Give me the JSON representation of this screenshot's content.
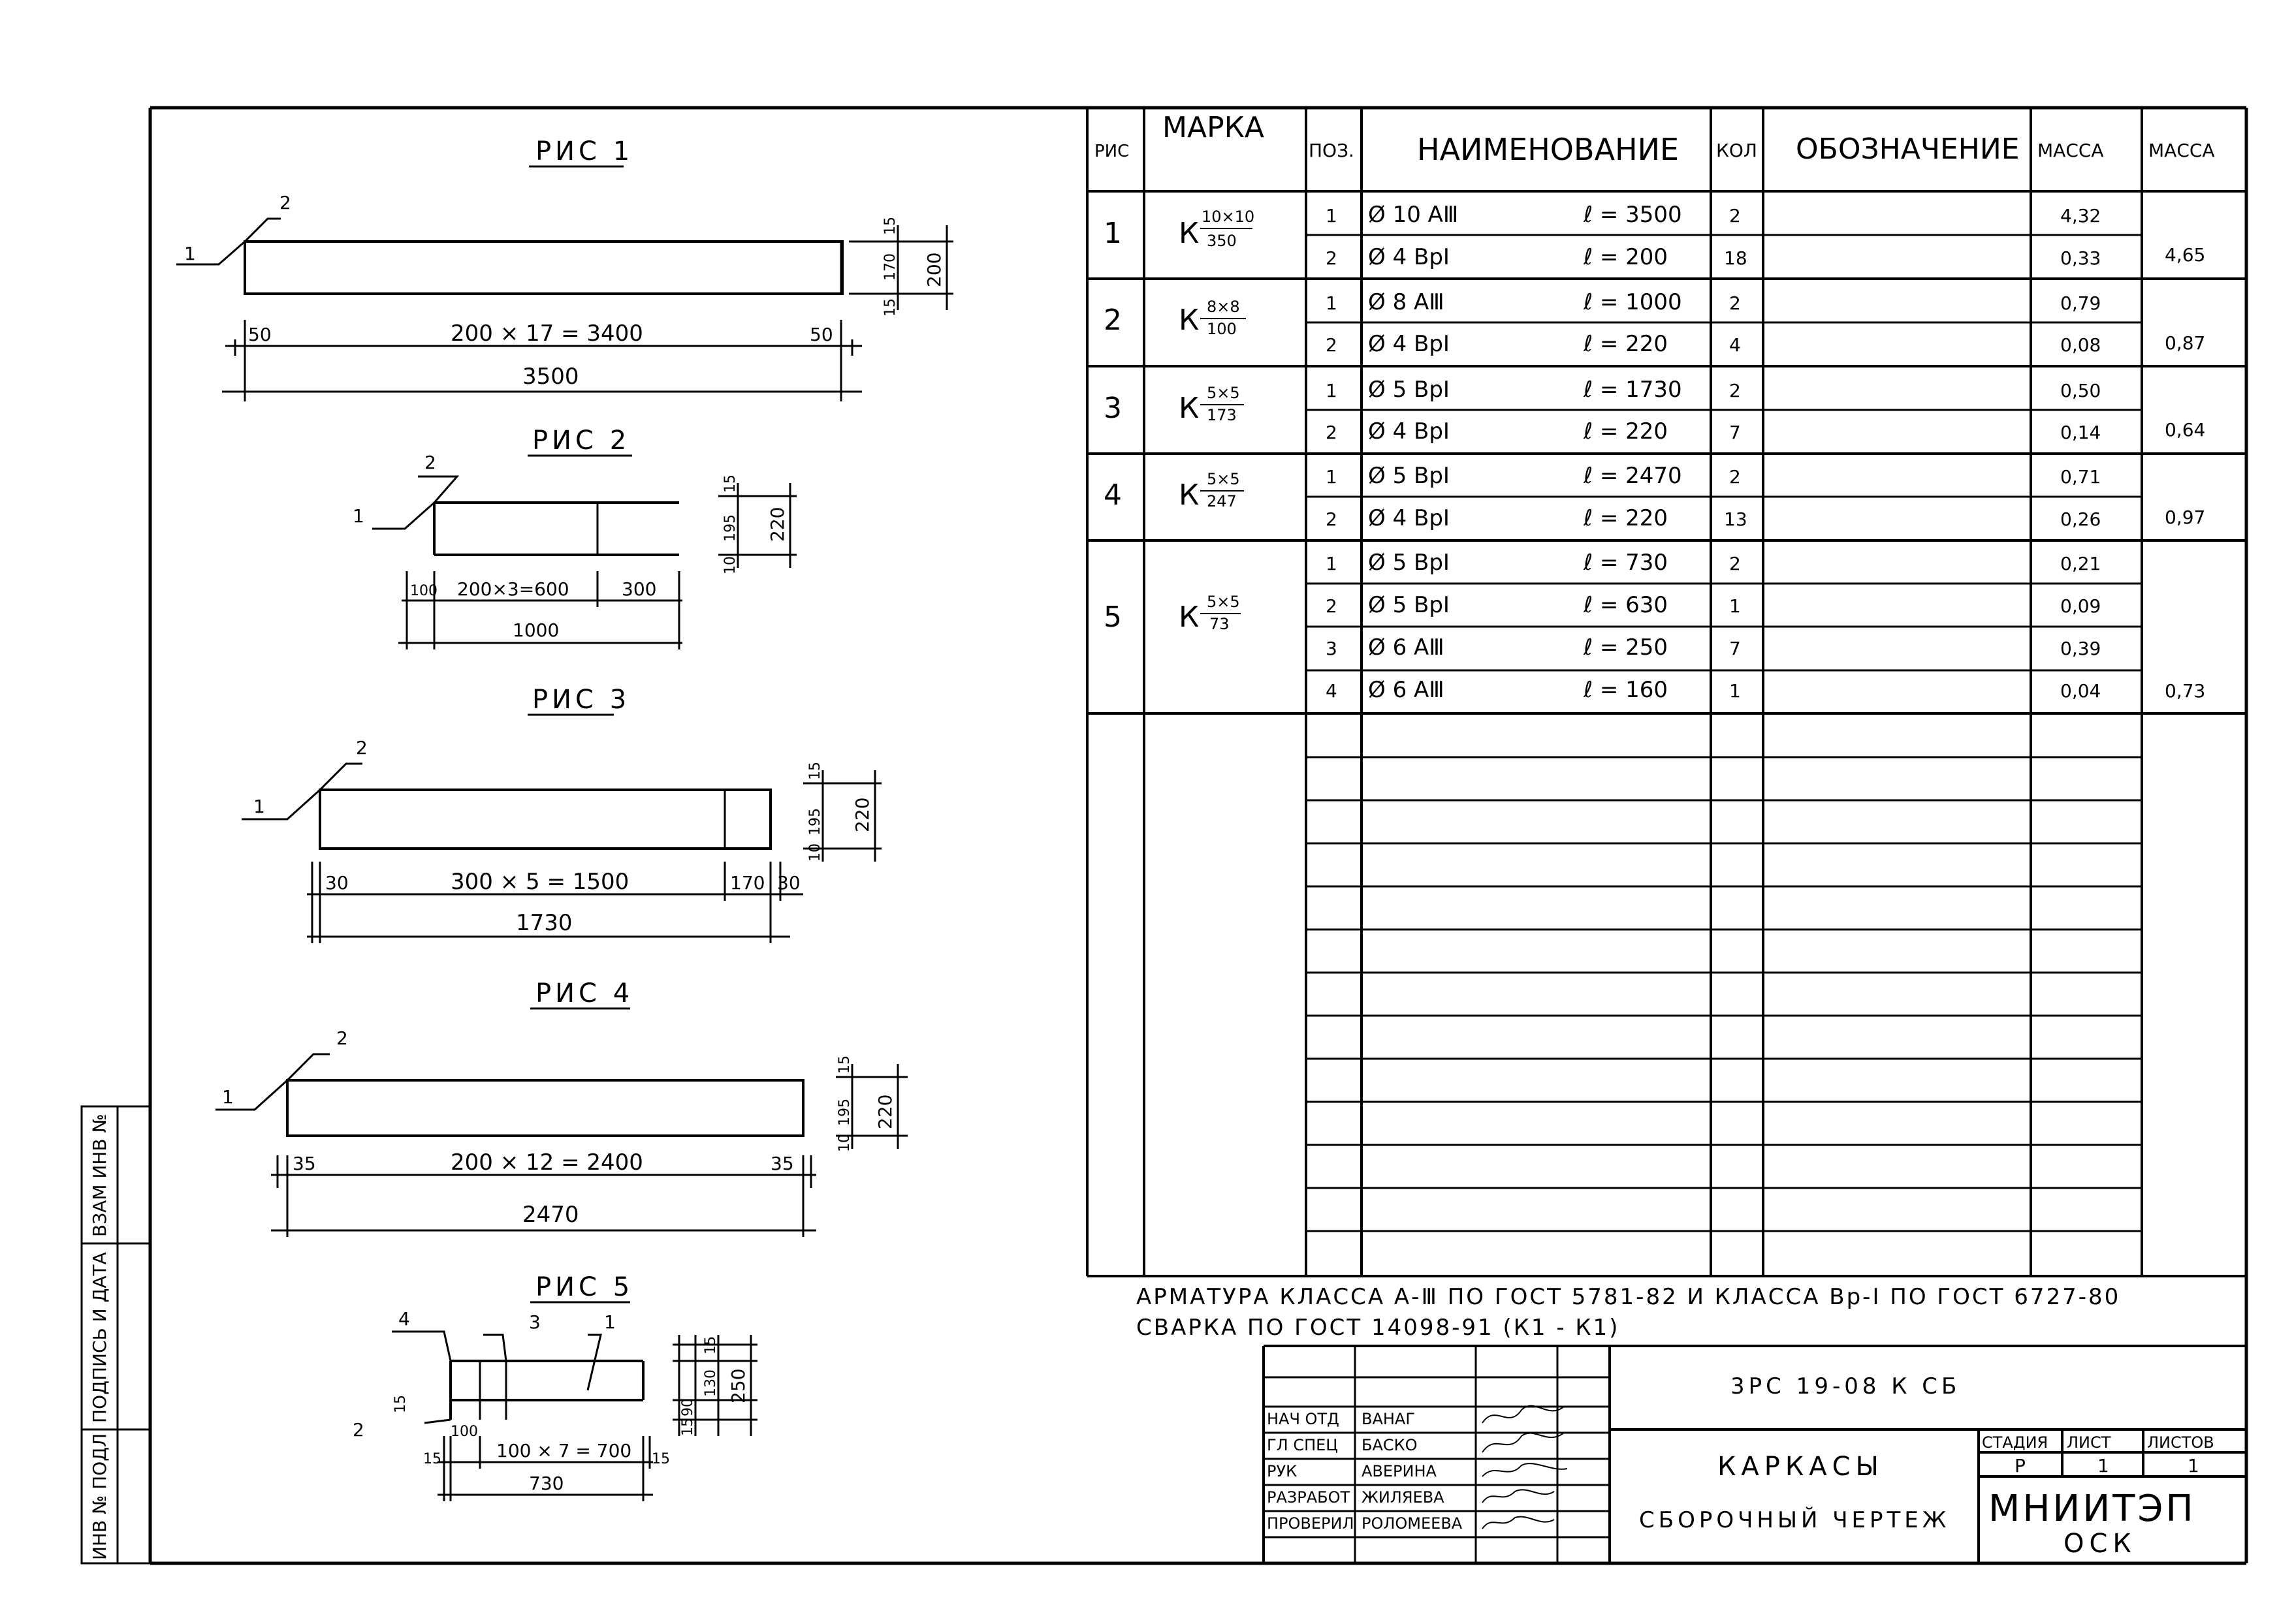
{
  "figures": [
    {
      "title": "РИС 1",
      "dims": {
        "total": "3500",
        "chain": "200 × 17 = 3400",
        "left": "50",
        "right": "50",
        "h_total": "200",
        "h_a": "170",
        "h_b": "15",
        "h_c": "15"
      },
      "leaders": [
        "1",
        "2"
      ]
    },
    {
      "title": "РИС 2",
      "dims": {
        "total": "1000",
        "chain": "200×3=600",
        "left": "100",
        "right": "300",
        "h_total": "220",
        "h_a": "195",
        "h_b": "15",
        "h_c": "10"
      },
      "leaders": [
        "1",
        "2"
      ]
    },
    {
      "title": "РИС 3",
      "dims": {
        "total": "1730",
        "chain": "300 × 5 = 1500",
        "left": "30",
        "right": "170",
        "extra": "30",
        "h_total": "220",
        "h_a": "195",
        "h_b": "15",
        "h_c": "10"
      },
      "leaders": [
        "1",
        "2"
      ]
    },
    {
      "title": "РИС 4",
      "dims": {
        "total": "2470",
        "chain": "200 × 12 = 2400",
        "left": "35",
        "right": "35",
        "h_total": "220",
        "h_a": "195",
        "h_b": "15",
        "h_c": "10"
      },
      "leaders": [
        "1",
        "2"
      ]
    },
    {
      "title": "РИС 5",
      "dims": {
        "total": "730",
        "chain": "100 × 7 = 700",
        "left": "15",
        "first": "100",
        "right": "15",
        "h_total": "250",
        "h_a": "130",
        "h_b": "90",
        "h_c": "15",
        "h_d": "15",
        "side": "15"
      },
      "leaders": [
        "4",
        "3",
        "1",
        "2"
      ]
    }
  ],
  "spec_table": {
    "headers": {
      "fig": "РИС",
      "mark": "МАРКА",
      "pos": "ПОЗ.",
      "name": "НАИМЕНОВАНИЕ",
      "qty": "КОЛ",
      "desig": "ОБОЗНАЧЕНИЕ",
      "mass1": "МАССА",
      "mass2": "МАССА"
    },
    "groups": [
      {
        "fig": "1",
        "mark_prefix": "К",
        "mark_num": "10×10",
        "mark_den": "350",
        "total": "4,65",
        "rows": [
          {
            "pos": "1",
            "name": "Ø 10 АⅢ",
            "len": "ℓ = 3500",
            "qty": "2",
            "mass": "4,32"
          },
          {
            "pos": "2",
            "name": "Ø 4 ВрⅠ",
            "len": "ℓ = 200",
            "qty": "18",
            "mass": "0,33"
          }
        ]
      },
      {
        "fig": "2",
        "mark_prefix": "К",
        "mark_num": "8×8",
        "mark_den": "100",
        "total": "0,87",
        "rows": [
          {
            "pos": "1",
            "name": "Ø 8 АⅢ",
            "len": "ℓ = 1000",
            "qty": "2",
            "mass": "0,79"
          },
          {
            "pos": "2",
            "name": "Ø 4 ВрⅠ",
            "len": "ℓ = 220",
            "qty": "4",
            "mass": "0,08"
          }
        ]
      },
      {
        "fig": "3",
        "mark_prefix": "К",
        "mark_num": "5×5",
        "mark_den": "173",
        "total": "0,64",
        "rows": [
          {
            "pos": "1",
            "name": "Ø 5 ВрⅠ",
            "len": "ℓ = 1730",
            "qty": "2",
            "mass": "0,50"
          },
          {
            "pos": "2",
            "name": "Ø 4 ВрⅠ",
            "len": "ℓ = 220",
            "qty": "7",
            "mass": "0,14"
          }
        ]
      },
      {
        "fig": "4",
        "mark_prefix": "К",
        "mark_num": "5×5",
        "mark_den": "247",
        "total": "0,97",
        "rows": [
          {
            "pos": "1",
            "name": "Ø 5 ВрⅠ",
            "len": "ℓ = 2470",
            "qty": "2",
            "mass": "0,71"
          },
          {
            "pos": "2",
            "name": "Ø 4 ВрⅠ",
            "len": "ℓ = 220",
            "qty": "13",
            "mass": "0,26"
          }
        ]
      },
      {
        "fig": "5",
        "mark_prefix": "К",
        "mark_num": "5×5",
        "mark_den": "73",
        "total": "0,73",
        "rows": [
          {
            "pos": "1",
            "name": "Ø 5 ВрⅠ",
            "len": "ℓ = 730",
            "qty": "2",
            "mass": "0,21"
          },
          {
            "pos": "2",
            "name": "Ø 5 ВрⅠ",
            "len": "ℓ = 630",
            "qty": "1",
            "mass": "0,09"
          },
          {
            "pos": "3",
            "name": "Ø 6 АⅢ",
            "len": "ℓ = 250",
            "qty": "7",
            "mass": "0,39"
          },
          {
            "pos": "4",
            "name": "Ø 6 АⅢ",
            "len": "ℓ = 160",
            "qty": "1",
            "mass": "0,04"
          }
        ]
      }
    ]
  },
  "notes": [
    "АРМАТУРА  КЛАССА  А-Ⅲ  ПО  ГОСТ  5781-82  И  КЛАССА  Вр-Ⅰ  ПО  ГОСТ  6727-80",
    "СВАРКА  ПО  ГОСТ  14098-91  (К1 - К1)"
  ],
  "side_stamp": [
    "ИНВ № ПОДЛ",
    "ПОДПИСЬ И ДАТА",
    "ВЗАМ ИНВ №"
  ],
  "title_block": {
    "code": "3РС 19-08  К СБ",
    "title_line1": "КАРКАСЫ",
    "title_line2": "СБОРОЧНЫЙ  ЧЕРТЕЖ",
    "stage_label": "СТАДИЯ",
    "sheet_label": "ЛИСТ",
    "sheets_label": "ЛИСТОВ",
    "stage": "Р",
    "sheet": "1",
    "sheets": "1",
    "org1": "МНИИТЭП",
    "org2": "ОСК",
    "people": [
      {
        "role": "НАЧ ОТД",
        "name": "ВАНАГ"
      },
      {
        "role": "ГЛ СПЕЦ",
        "name": "БАСКО"
      },
      {
        "role": "РУК",
        "name": "АВЕРИНА"
      },
      {
        "role": "РАЗРАБОТ",
        "name": "ЖИЛЯЕВА"
      },
      {
        "role": "ПРОВЕРИЛ",
        "name": "РОЛОМЕЕВА"
      }
    ]
  }
}
